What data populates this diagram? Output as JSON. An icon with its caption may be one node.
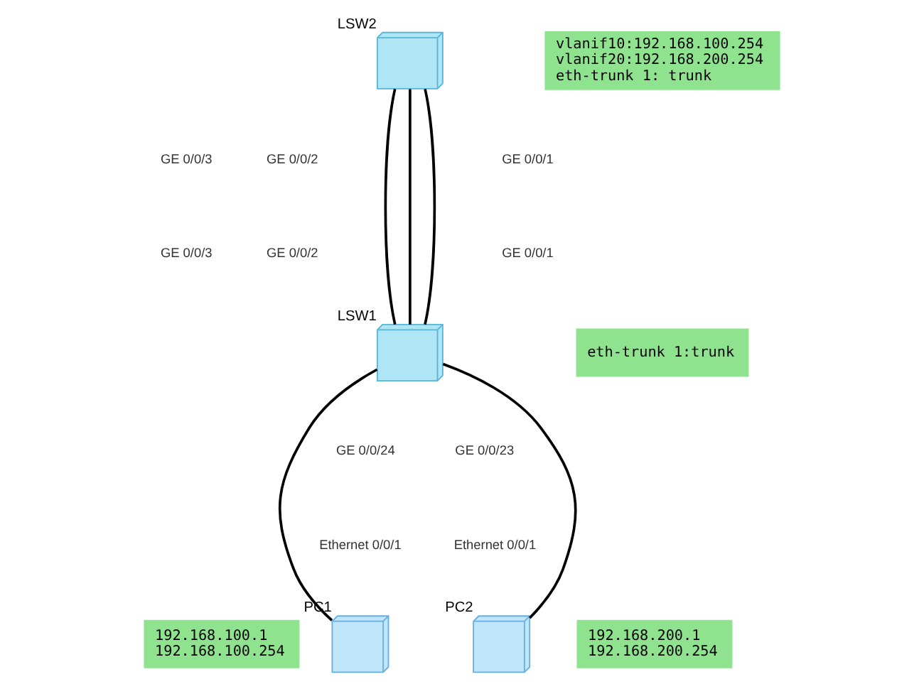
{
  "diagram": {
    "nodes": [
      {
        "text": [],
        "shape": "picture",
        "beside": [
          "LSW2"
        ]
      },
      {
        "text": [
          "vlanif10:192.168.100.254",
          "vlanif20:192.168.200.254",
          "eth-trunk 1: trunk"
        ]
      },
      {
        "text": [],
        "shape": "picture",
        "beside": [
          "LSW1"
        ]
      },
      {
        "text": [
          "eth-trunk 1:trunk"
        ]
      },
      {
        "text": [
          "192.168.100.1",
          "192.168.100.254"
        ]
      },
      {
        "text": [],
        "shape": "picture",
        "beside": [
          "PC1"
        ]
      },
      {
        "text": [
          "192.168.200.1",
          "192.168.200.254"
        ]
      },
      {
        "text": [],
        "shape": "picture",
        "beside": [
          "PC2"
        ]
      }
    ],
    "edges": [
      {
        "from": 0,
        "to": 2,
        "arrow": "none"
      },
      {
        "from": 0,
        "to": 2,
        "arrow": "none"
      },
      {
        "from": 0,
        "to": 2,
        "arrow": "none"
      },
      {
        "from": 2,
        "to": 5,
        "arrow": "none"
      },
      {
        "from": 2,
        "to": 7,
        "arrow": "none"
      }
    ],
    "labels": [
      "GE 0/0/1",
      "GE 0/0/3",
      "GE 0/0/2",
      "GE 0/0/1",
      "GE 0/0/3",
      "GE 0/0/2",
      "GE 0/0/24",
      "GE 0/0/23",
      "Ethernet 0/0/1",
      "Ethernet 0/0/1"
    ]
  }
}
